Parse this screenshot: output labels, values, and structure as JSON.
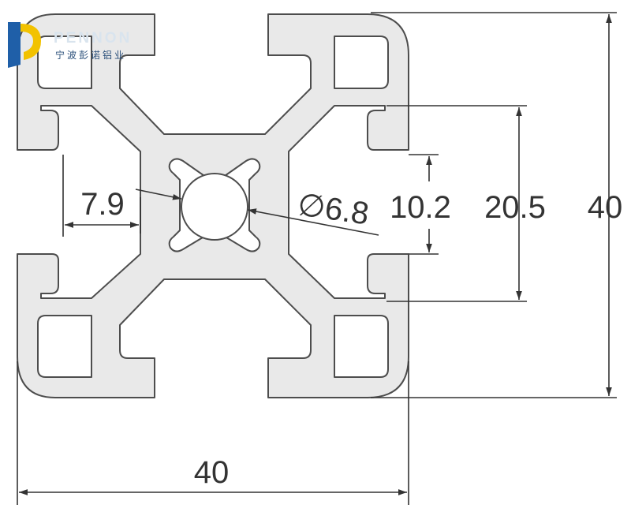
{
  "logo": {
    "wordmark": "PENNON",
    "subtext": "宁波彭诺铝业",
    "colors": {
      "blue": "#1f5fa8",
      "yellow": "#f2c200"
    }
  },
  "dimensions": {
    "width": "40",
    "height": "40",
    "slot_span": "20.5",
    "slot_opening": "10.2",
    "center_hole": "6.8",
    "diameter_symbol": "∅",
    "wall_depth": "7.9"
  },
  "colors": {
    "profile_fill": "#e9e9e9",
    "profile_stroke": "#4d4d4d",
    "dimension_line": "#333333"
  }
}
